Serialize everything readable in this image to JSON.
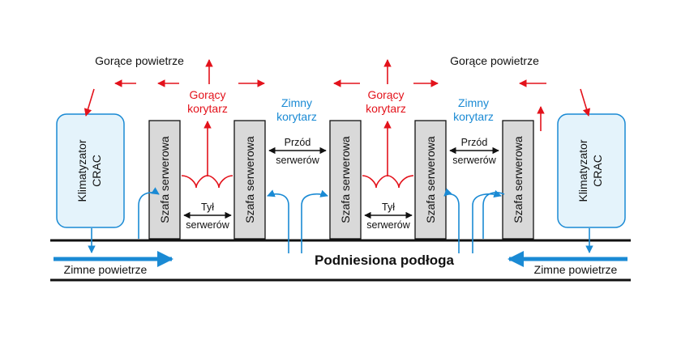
{
  "colors": {
    "hot": "#e3121b",
    "cold": "#1a8ad4",
    "crac_fill": "#e4f3fb",
    "rack_fill": "#d9d9d9",
    "floor_line": "#111111"
  },
  "labels": {
    "hot_air_left": "Gorące powietrze",
    "hot_air_right": "Gorące powietrze",
    "hot_aisle_1": [
      "Gorący",
      "korytarz"
    ],
    "hot_aisle_2": [
      "Gorący",
      "korytarz"
    ],
    "cold_aisle_1": [
      "Zimny",
      "korytarz"
    ],
    "cold_aisle_2": [
      "Zimny",
      "korytarz"
    ],
    "crac_left": [
      "Klimatyzator",
      "CRAC"
    ],
    "crac_right": [
      "Klimatyzator",
      "CRAC"
    ],
    "rack": "Szafa serwerowa",
    "front_1": [
      "Przód",
      "serwerów"
    ],
    "front_2": [
      "Przód",
      "serwerów"
    ],
    "back_1": [
      "Tył",
      "serwerów"
    ],
    "back_2": [
      "Tył",
      "serwerów"
    ],
    "cold_air_left": "Zimne powietrze",
    "cold_air_right": "Zimne powietrze",
    "raised_floor": "Podniesiona podłoga"
  },
  "icons": {
    "hot_arrow": "red-arrow-icon",
    "cold_arrow": "blue-arrow-icon",
    "double_arrow": "double-arrow-icon"
  }
}
